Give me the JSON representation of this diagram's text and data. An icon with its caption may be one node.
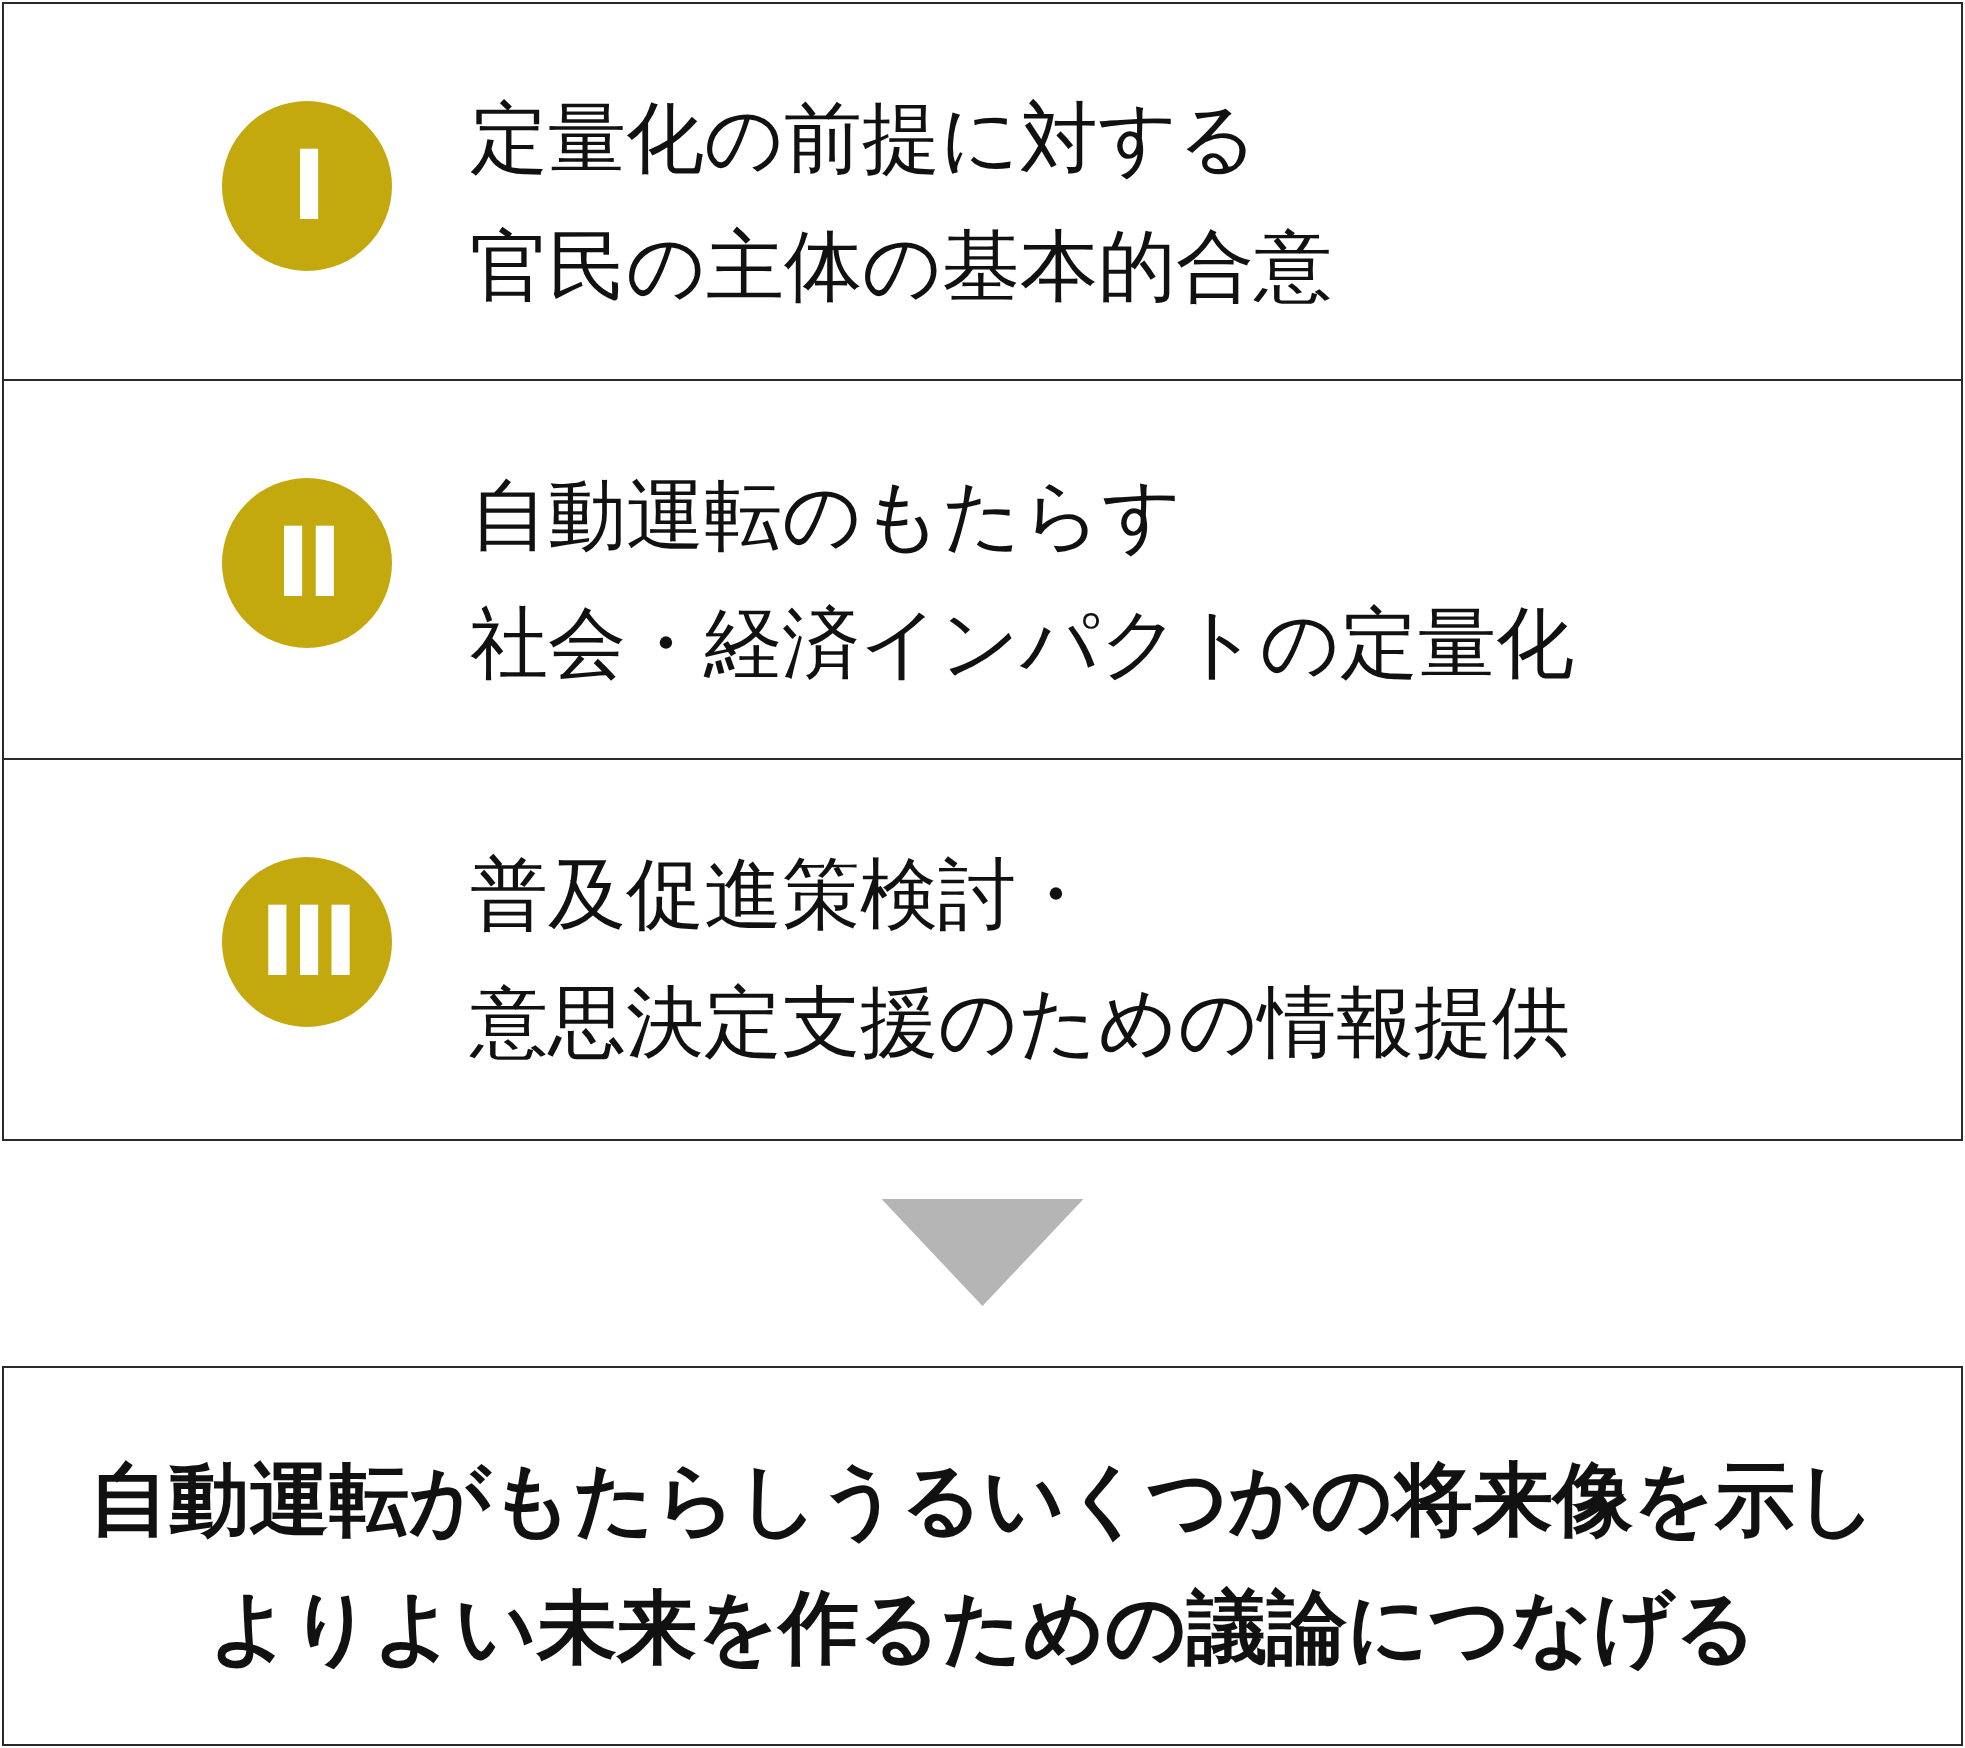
{
  "diagram": {
    "nodes": [
      {
        "text": [
          "定量化の前提に対する官民の主体の基本的合意"
        ]
      },
      {
        "text": [
          "I"
        ],
        "in": 0
      },
      {
        "text": [
          "自動運転のもたらす社会・経済インパクトの定量化"
        ]
      },
      {
        "text": [
          "II"
        ],
        "in": 2
      },
      {
        "text": [
          "普及促進策検討・意思決定支援のための情報提供"
        ]
      },
      {
        "text": [
          "III"
        ],
        "in": 4
      },
      {
        "text": [
          "自動運転がもたらしうるいくつかの将来像を示しよりよい未来を作るための議論につなげる"
        ]
      }
    ],
    "edges": [
      {
        "from": 4,
        "to": 6,
        "arrow": "to"
      }
    ]
  }
}
